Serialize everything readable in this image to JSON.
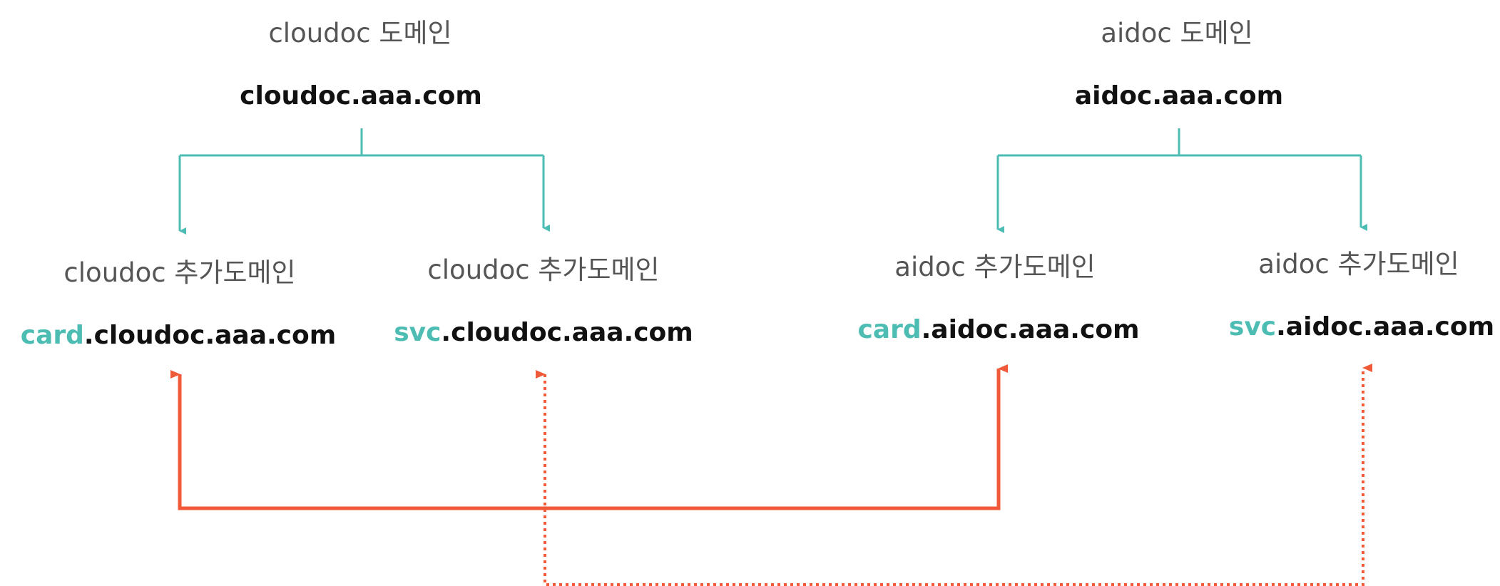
{
  "colors": {
    "teal": "#4dbdb3",
    "red": "#f05a38",
    "label": "#555555",
    "domain": "#111111"
  },
  "groups": [
    {
      "label": "cloudoc 도메인",
      "domain": "cloudoc.aaa.com",
      "children": [
        {
          "label": "cloudoc 추가도메인",
          "sub": "card",
          "rest": ".cloudoc.aaa.com"
        },
        {
          "label": "cloudoc 추가도메인",
          "sub": "svc",
          "rest": ".cloudoc.aaa.com"
        }
      ]
    },
    {
      "label": "aidoc 도메인",
      "domain": "aidoc.aaa.com",
      "children": [
        {
          "label": "aidoc 추가도메인",
          "sub": "card",
          "rest": ".aidoc.aaa.com"
        },
        {
          "label": "aidoc 추가도메인",
          "sub": "svc",
          "rest": ".aidoc.aaa.com"
        }
      ]
    }
  ],
  "links": [
    {
      "from": "card.cloudoc.aaa.com",
      "to": "card.aidoc.aaa.com",
      "style": "solid"
    },
    {
      "from": "svc.cloudoc.aaa.com",
      "to": "svc.aidoc.aaa.com",
      "style": "dotted"
    }
  ]
}
